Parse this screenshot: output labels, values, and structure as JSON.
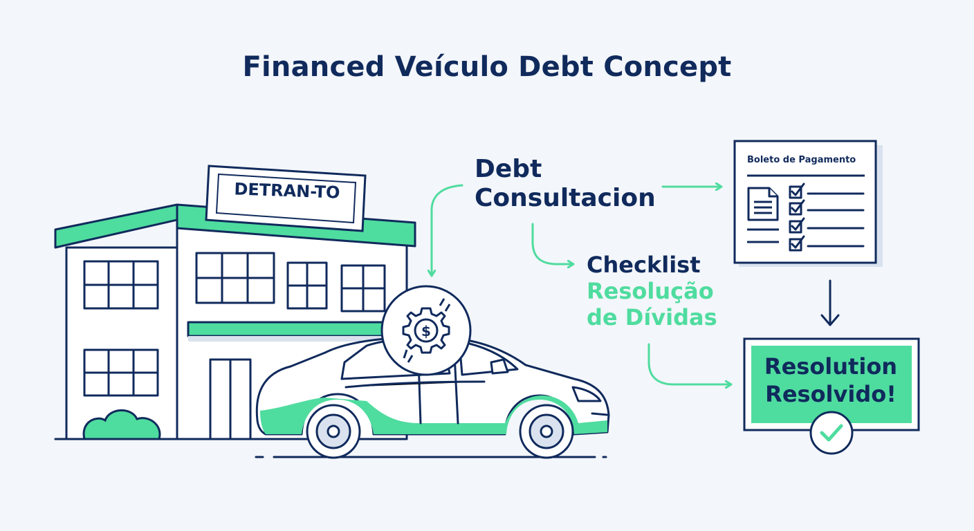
{
  "title": "Financed Veículo Debt Concept",
  "building_sign": "DETRAN-TO",
  "debt_label": {
    "line1": "Debt",
    "line2": "Consultacion"
  },
  "checklist_label": {
    "line1": "Checklist",
    "line2": "Resolução",
    "line3": "de Dívidas"
  },
  "boleto": {
    "title": "Boleto de Pagamento",
    "items_checked": 4
  },
  "resolution": {
    "line1": "Resolution",
    "line2": "Resolvido!"
  },
  "icons": [
    "building-icon",
    "car-icon",
    "gear-dollar-icon",
    "document-icon",
    "checkbox-icon",
    "checkmark-icon",
    "bush-icon"
  ],
  "colors": {
    "navy": "#102a5c",
    "green": "#4fdc9f",
    "light_green": "#a8efcd",
    "background": "#f3f6fa"
  }
}
